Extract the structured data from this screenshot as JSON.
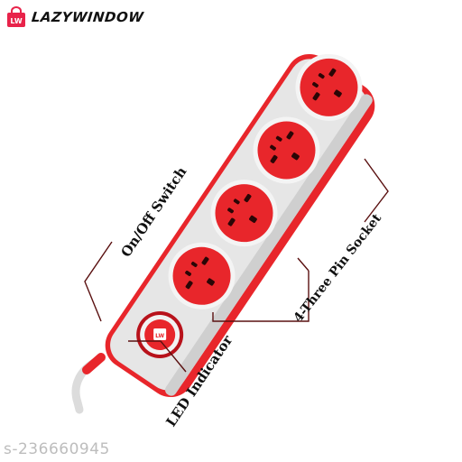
{
  "brand": {
    "name": "LAZYWINDOW",
    "logo_text": "LW",
    "logo_color": "#e8234a"
  },
  "product": {
    "socket_count": 4,
    "switch_logo_text": "LW",
    "accent_color": "#e8262b",
    "body_color": "#e4e4e4",
    "cable_color": "#dcdcdc",
    "leader_color": "#5a1010"
  },
  "labels": {
    "switch": "On/Off Switch",
    "socket": "4-Three Pin Socket",
    "indicator": "LED Indicator"
  },
  "watermark": "s-236660945"
}
